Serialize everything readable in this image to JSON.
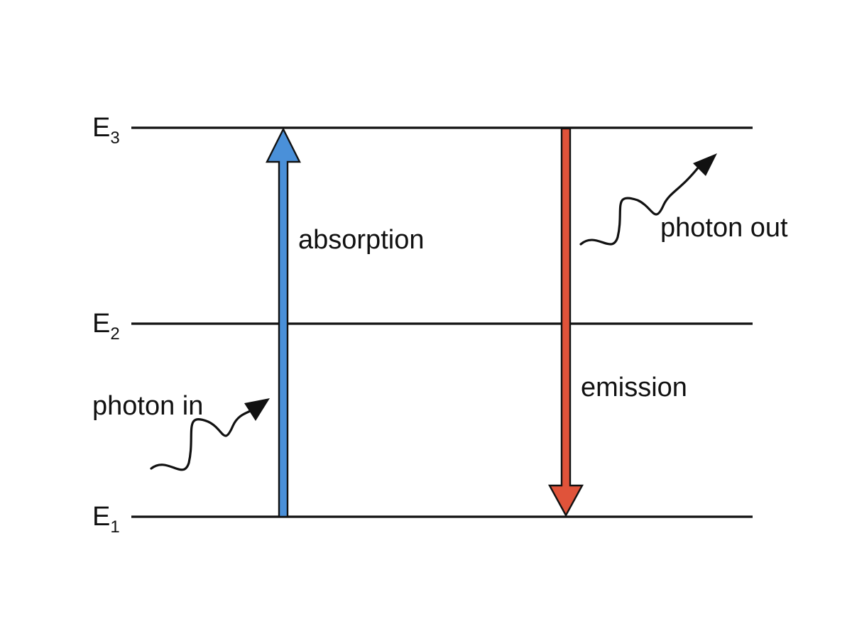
{
  "levels": [
    {
      "symbol": "E",
      "subscript": "1"
    },
    {
      "symbol": "E",
      "subscript": "2"
    },
    {
      "symbol": "E",
      "subscript": "3"
    }
  ],
  "labels": {
    "absorption": "absorption",
    "emission": "emission",
    "photon_in": "photon in",
    "photon_out": "photon out"
  },
  "colors": {
    "absorption_arrow": "#4a90d9",
    "emission_arrow": "#e0533a",
    "line": "#111111",
    "background": "#ffffff"
  }
}
